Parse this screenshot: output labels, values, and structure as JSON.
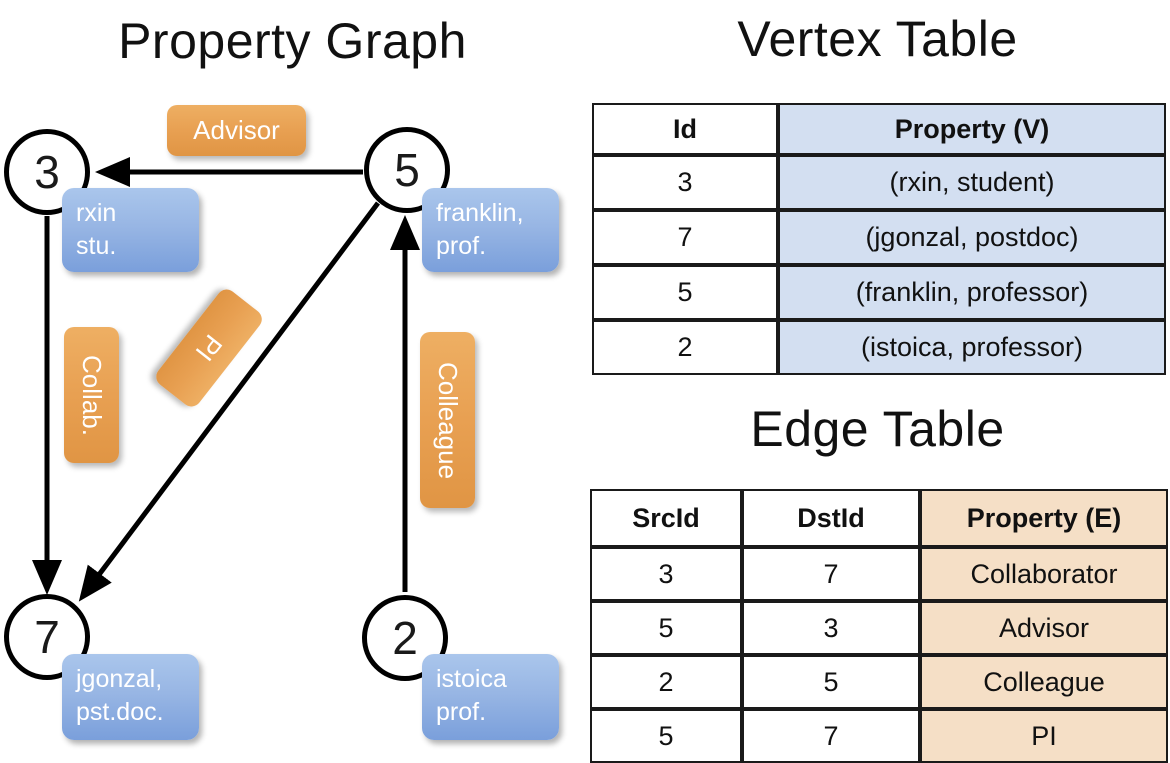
{
  "titles": {
    "property_graph": "Property Graph",
    "vertex_table": "Vertex Table",
    "edge_table": "Edge Table"
  },
  "graph": {
    "nodes": [
      {
        "id": "3",
        "name": "rxin",
        "role": "stu."
      },
      {
        "id": "5",
        "name": "franklin,",
        "role": "prof."
      },
      {
        "id": "7",
        "name": "jgonzal,",
        "role": "pst.doc."
      },
      {
        "id": "2",
        "name": "istoica",
        "role": "prof."
      }
    ],
    "edge_labels": {
      "advisor": "Advisor",
      "collab": "Collab.",
      "pi": "PI",
      "colleague": "Colleague"
    },
    "edges": [
      {
        "from": "5",
        "to": "3",
        "label": "Advisor"
      },
      {
        "from": "3",
        "to": "7",
        "label": "Collab."
      },
      {
        "from": "5",
        "to": "7",
        "label": "PI"
      },
      {
        "from": "2",
        "to": "5",
        "label": "Colleague"
      }
    ]
  },
  "vertex_table": {
    "headers": [
      "Id",
      "Property (V)"
    ],
    "rows": [
      {
        "id": "3",
        "property": "(rxin, student)"
      },
      {
        "id": "7",
        "property": "(jgonzal, postdoc)"
      },
      {
        "id": "5",
        "property": "(franklin, professor)"
      },
      {
        "id": "2",
        "property": "(istoica, professor)"
      }
    ]
  },
  "edge_table": {
    "headers": [
      "SrcId",
      "DstId",
      "Property (E)"
    ],
    "rows": [
      {
        "src": "3",
        "dst": "7",
        "property": "Collaborator"
      },
      {
        "src": "5",
        "dst": "3",
        "property": "Advisor"
      },
      {
        "src": "2",
        "dst": "5",
        "property": "Colleague"
      },
      {
        "src": "5",
        "dst": "7",
        "property": "PI"
      }
    ]
  },
  "colors": {
    "node_fill": "#ffffff",
    "node_stroke": "#000000",
    "vertex_prop_box": "#98b6e4",
    "edge_label_box": "#e8a052",
    "vertex_table_accent": "#d3dff1",
    "edge_table_accent": "#f5dfc6",
    "edge_stroke": "#000000"
  }
}
